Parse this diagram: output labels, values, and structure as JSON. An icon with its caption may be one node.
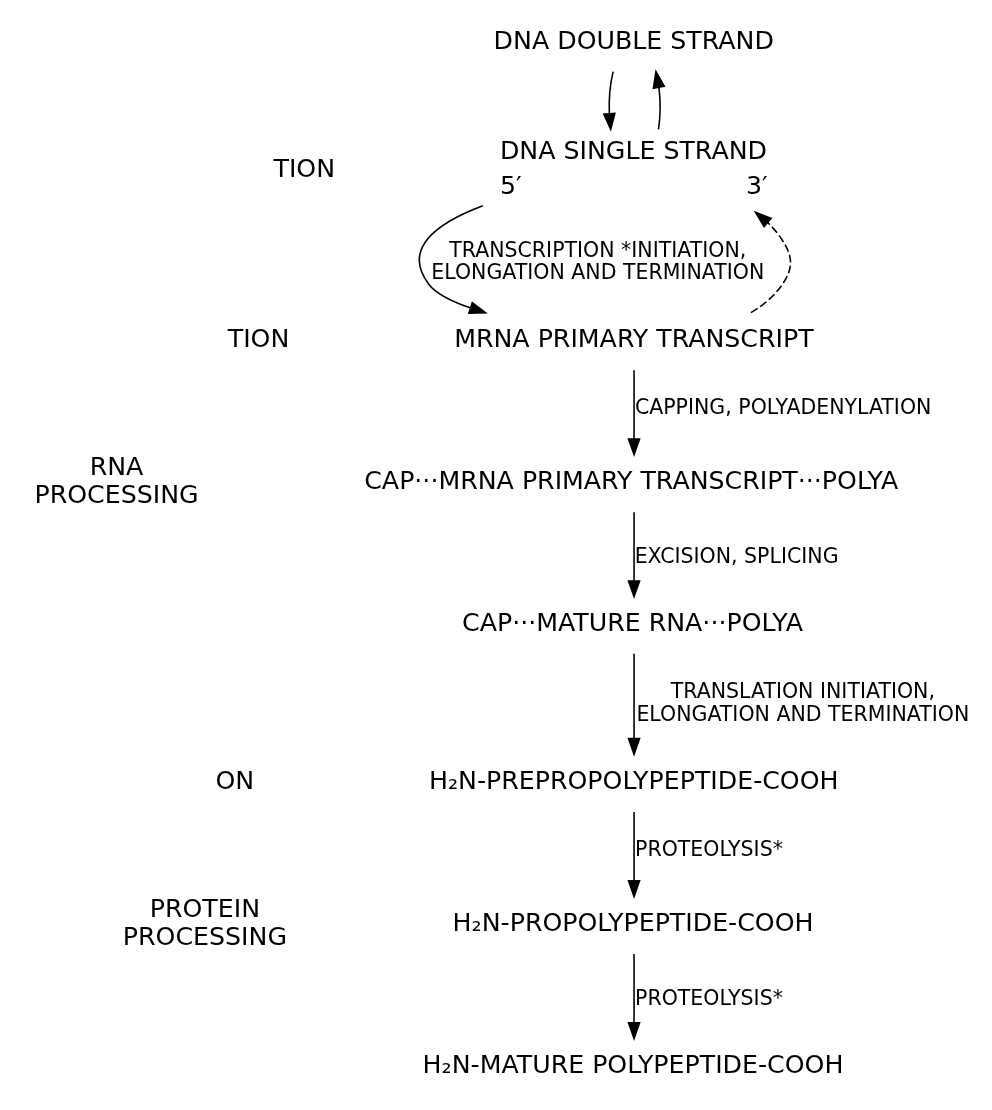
{
  "diagram": {
    "nodes": [
      {
        "text": [
          "DNA DOUBLE STRAND"
        ]
      },
      {
        "text": [
          "DNA SINGLE STRAND"
        ],
        "beside": [
          "5′",
          "3′"
        ]
      },
      {
        "text": [
          "MRNA PRIMARY TRANSCRIPT"
        ]
      },
      {
        "text": [
          "CAP···MRNA PRIMARY TRANSCRIPT···POLYA"
        ]
      },
      {
        "text": [
          "CAP···MATURE RNA···POLYA"
        ]
      },
      {
        "text": [
          "H₂N-PREPROPOLYPEPTIDE-COOH"
        ]
      },
      {
        "text": [
          "H₂N-PROPOLYPEPTIDE-COOH"
        ]
      },
      {
        "text": [
          "H₂N-MATURE POLYPEPTIDE-COOH"
        ]
      }
    ],
    "edges": [
      {
        "from": 1,
        "to": 0,
        "arrow": "to"
      },
      {
        "from": 0,
        "to": 1,
        "arrow": "to"
      },
      {
        "from": 2,
        "to": 1,
        "arrow": "to",
        "style": "dashed"
      },
      {
        "from": 1,
        "to": 2,
        "arrow": "to",
        "label": "TRANSCRIPTION *INITIATION, ELONGATION AND TERMINATION"
      },
      {
        "from": 2,
        "to": 3,
        "arrow": "to",
        "label": "CAPPING, POLYADENYLATION"
      },
      {
        "from": 3,
        "to": 4,
        "arrow": "to",
        "label": "EXCISION, SPLICING"
      },
      {
        "from": 4,
        "to": 5,
        "arrow": "to",
        "label": "TRANSLATION INITIATION, ELONGATION AND TERMINATION"
      },
      {
        "from": 5,
        "to": 6,
        "arrow": "to",
        "label": "PROTEOLYSIS*"
      },
      {
        "from": 6,
        "to": 7,
        "arrow": "to",
        "label": "PROTEOLYSIS*"
      }
    ],
    "labels": [
      "TION",
      "TION",
      "RNA PROCESSING",
      "ON",
      "PROTEIN PROCESSING"
    ]
  }
}
